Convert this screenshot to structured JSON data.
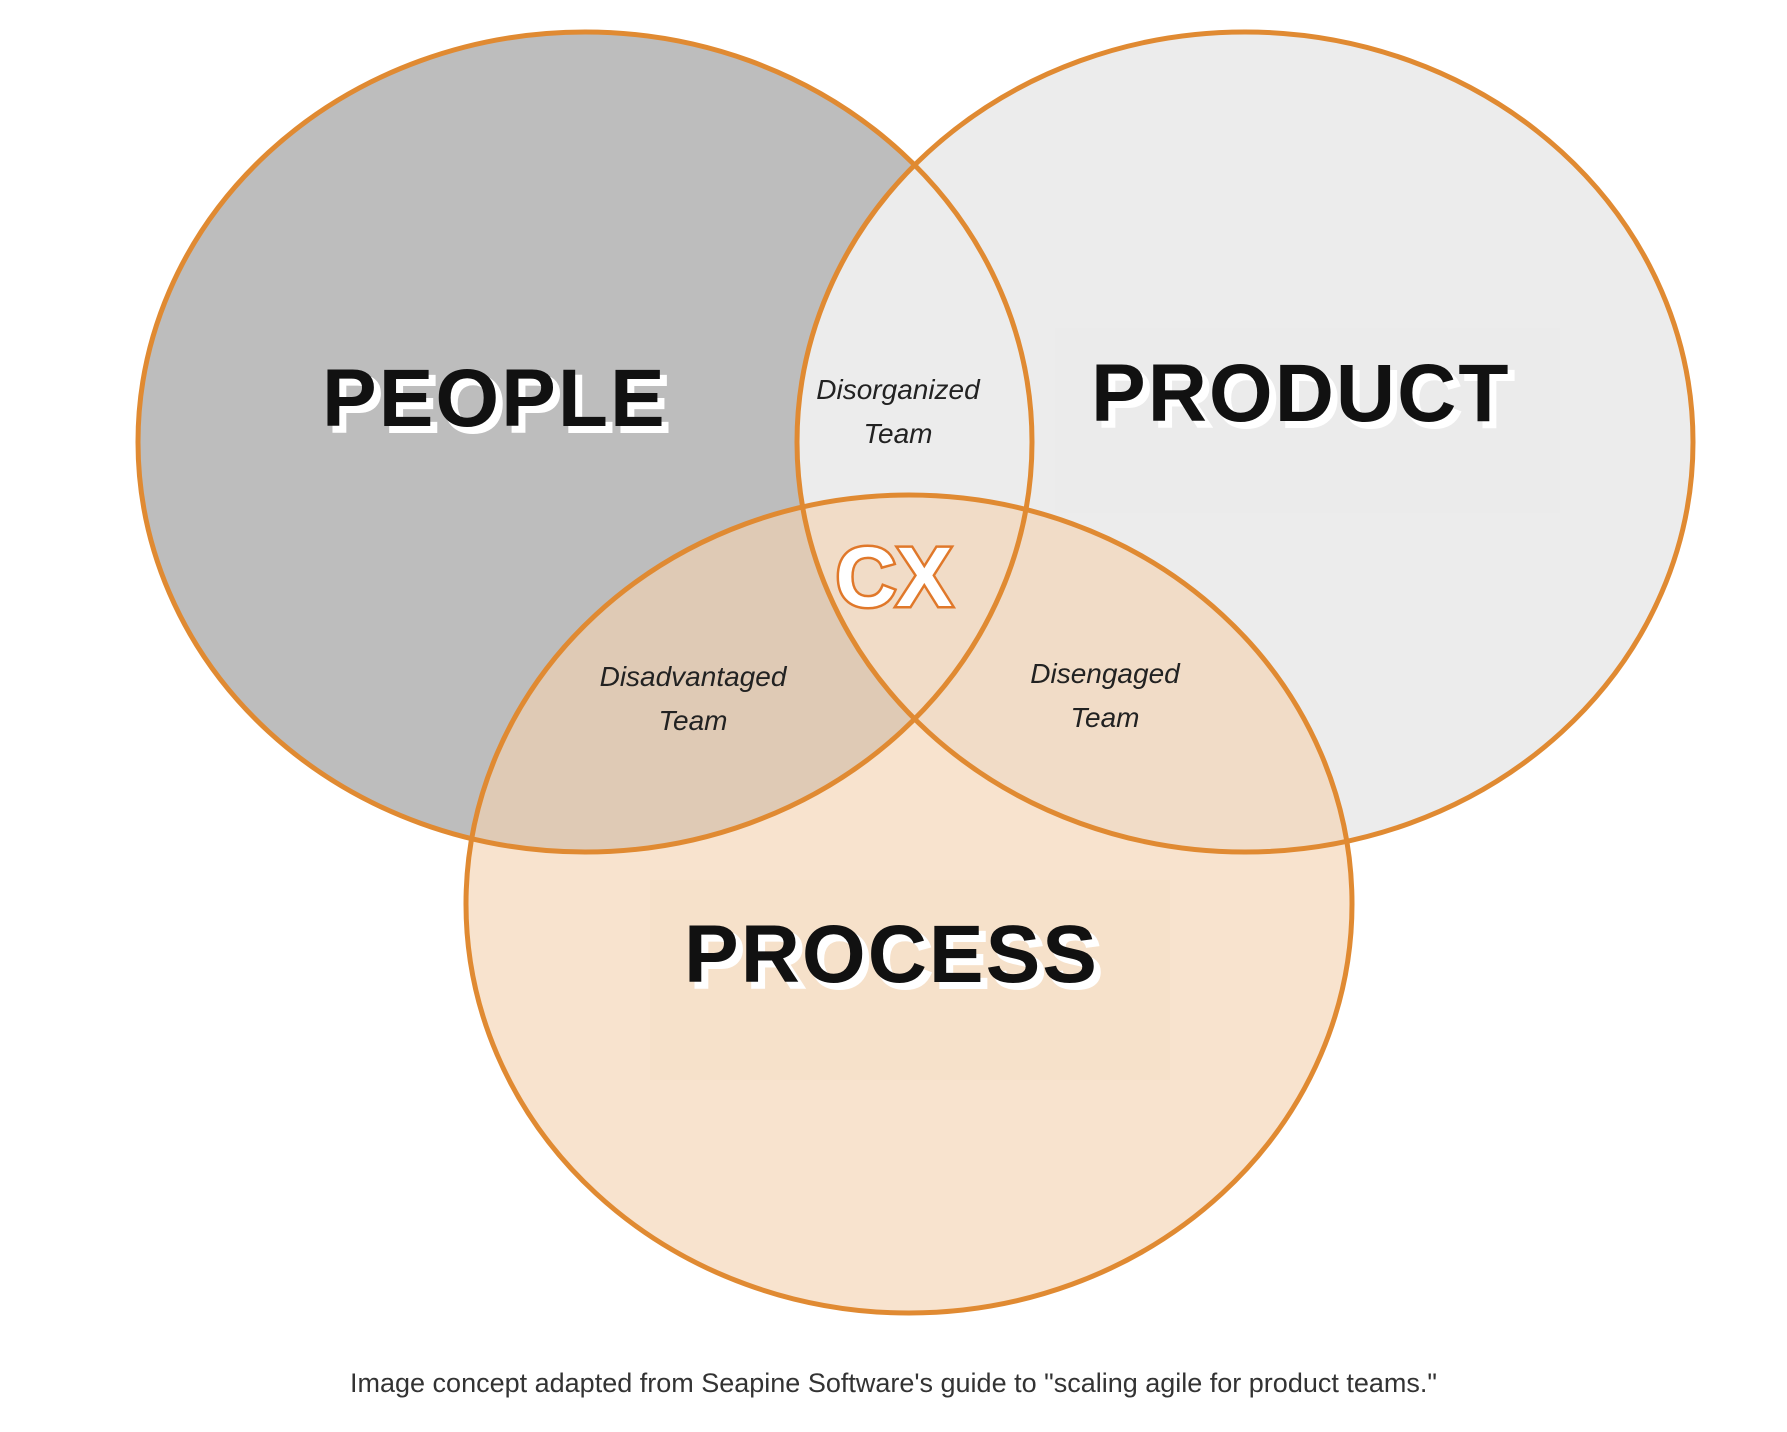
{
  "diagram": {
    "circles": {
      "people": {
        "label": "PEOPLE",
        "fill": "#bdbdbd"
      },
      "product": {
        "label": "PRODUCT",
        "fill": "#ececec"
      },
      "process": {
        "label": "PROCESS",
        "fill": "#f3d2b0"
      }
    },
    "outline_color": "#e08a32",
    "intersections": {
      "people_product": {
        "line1": "Disorganized",
        "line2": "Team"
      },
      "people_process": {
        "line1": "Disadvantaged",
        "line2": "Team"
      },
      "product_process": {
        "line1": "Disengaged",
        "line2": "Team"
      }
    },
    "center": {
      "label": "CX",
      "color": "#e0782a"
    }
  },
  "caption": "Image concept adapted from Seapine Software's guide to \"scaling agile for product teams.\""
}
